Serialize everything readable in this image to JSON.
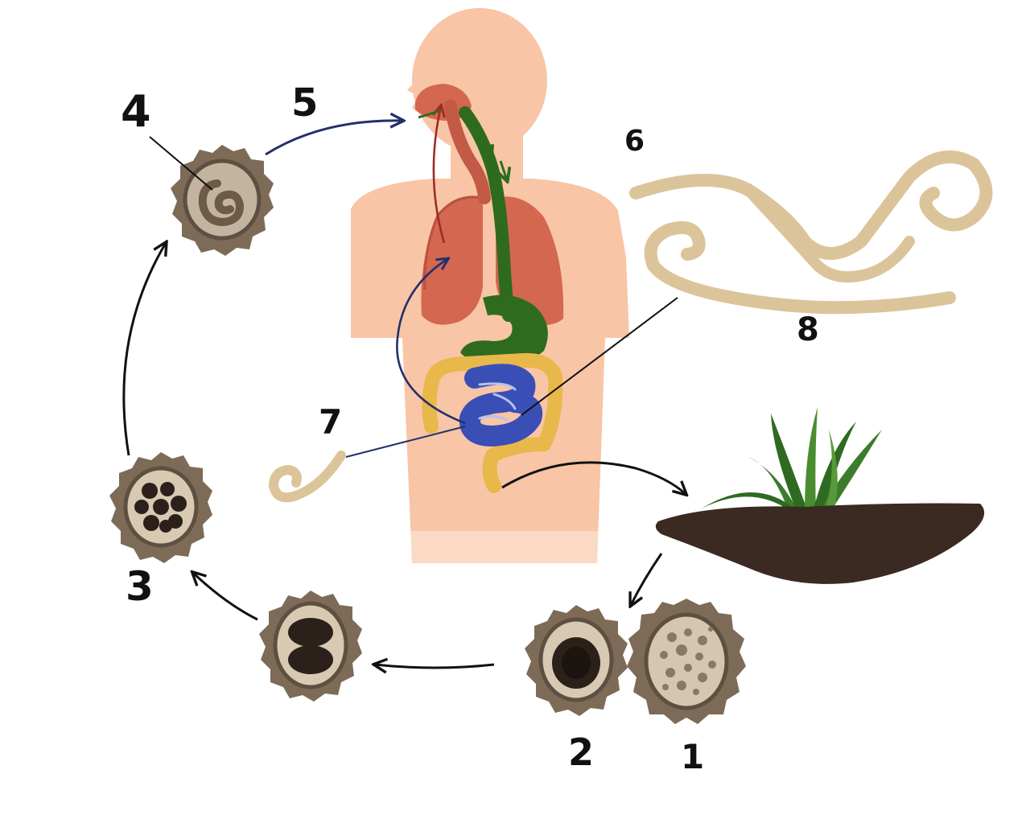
{
  "labels": {
    "l1": "1",
    "l2": "2",
    "l3": "3",
    "l4": "4",
    "l5": "5",
    "l6": "6",
    "l7": "7",
    "l8": "8"
  },
  "colors": {
    "skin": "#f8c5a6",
    "lung": "#d4674f",
    "airway": "#a84636",
    "esophagus_stomach": "#2f6b1e",
    "small_intestine": "#3a4fb5",
    "large_intestine": "#e8b84a",
    "worm": "#dcc49a",
    "egg_shell": "#8a7866",
    "soil": "#3b2a22",
    "grass": "#2f6a22",
    "arrow_black": "#111111",
    "arrow_navy": "#23306a",
    "arrow_red": "#9b2f24"
  }
}
